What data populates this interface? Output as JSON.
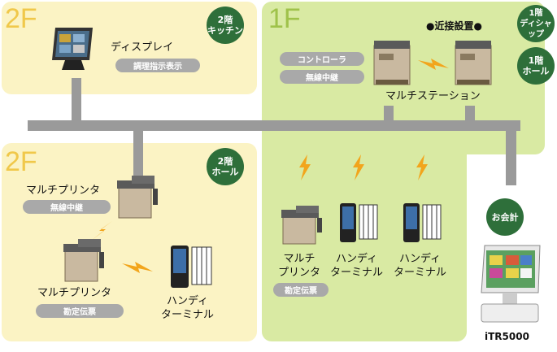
{
  "zones": {
    "floor2_kitchen": {
      "floor": "2F",
      "badge": "2階\nキッチン"
    },
    "floor1": {
      "floor": "1F",
      "badge_dish": "1階\nディシャップ",
      "badge_hall": "1階\nホール",
      "badge_checkout": "お会計"
    },
    "floor2_hall": {
      "floor": "2F",
      "badge": "2階\nホール"
    }
  },
  "devices": {
    "display": {
      "label": "ディスプレイ",
      "pill": "調理指示表示"
    },
    "multi_station": {
      "label": "マルチステーション",
      "note": "●近接設置●",
      "pill_controller": "コントローラ",
      "pill_relay": "無線中継"
    },
    "printer_2f_top": {
      "label": "マルチプリンタ",
      "pill": "無線中継"
    },
    "printer_2f_bottom": {
      "label": "マルチプリンタ",
      "pill": "勘定伝票"
    },
    "handy_2f": {
      "label": "ハンディ\nターミナル"
    },
    "printer_1f": {
      "label": "マルチ\nプリンタ",
      "pill": "勘定伝票"
    },
    "handy_1f_a": {
      "label": "ハンディ\nターミナル"
    },
    "handy_1f_b": {
      "label": "ハンディ\nターミナル"
    },
    "pos": {
      "label": "iTR5000"
    }
  },
  "colors": {
    "zone_fill": "#fbf3c4",
    "zone_1f": "#d9eaa3",
    "floor2_text": "#f0c84a",
    "floor1_text": "#9fc24a",
    "badge": "#2e6f3a",
    "bus": "#9a9a9a",
    "bolt": "#f2a51c"
  }
}
